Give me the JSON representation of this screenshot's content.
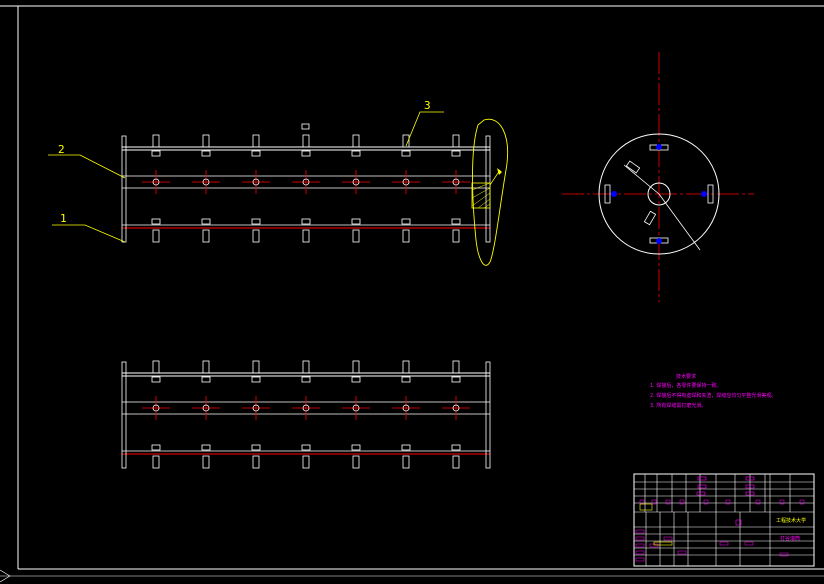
{
  "drawing": {
    "labels": [
      "2",
      "1",
      "3"
    ],
    "columns": 7
  },
  "notes": {
    "title": "技术要求",
    "items": [
      "1. 焊接后，各零件要保持一致。",
      "2. 焊接后不得有虚焊和夹渣，焊缝应均匀平整光滑美观。",
      "3. 所有焊缝需打磨光滑。"
    ]
  },
  "title_block": {
    "school": "工程技术大学",
    "drawing_name": "打谷滚筒"
  },
  "colors": {
    "background": "#000000",
    "line": "#ffffff",
    "center": "#ff0000",
    "label": "#ffff00",
    "note": "#ff00ff",
    "detail": "#0000ff"
  }
}
